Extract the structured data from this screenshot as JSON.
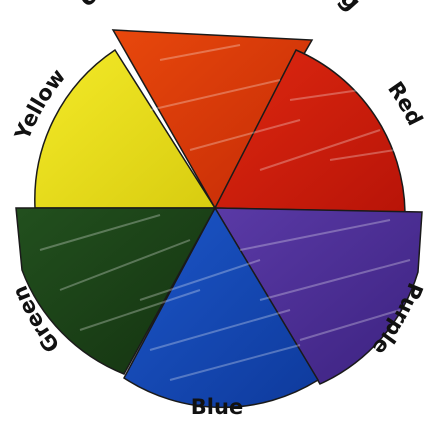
{
  "wheel": {
    "title": "Secondary Colours Changing",
    "segments": [
      {
        "id": "yellow",
        "label": "Yellow",
        "color": "#f4ea28",
        "shade": "#d8cc10"
      },
      {
        "id": "orange",
        "label": "",
        "color": "#e8480c",
        "shade": "#c42a06"
      },
      {
        "id": "red",
        "label": "Red",
        "color": "#de2810",
        "shade": "#b81408"
      },
      {
        "id": "purple",
        "label": "Purple",
        "color": "#5a3aa6",
        "shade": "#3c2280"
      },
      {
        "id": "blue",
        "label": "Blue",
        "color": "#1c56c8",
        "shade": "#0e3a9c"
      },
      {
        "id": "green",
        "label": "Green",
        "color": "#22501e",
        "shade": "#143210"
      }
    ]
  }
}
